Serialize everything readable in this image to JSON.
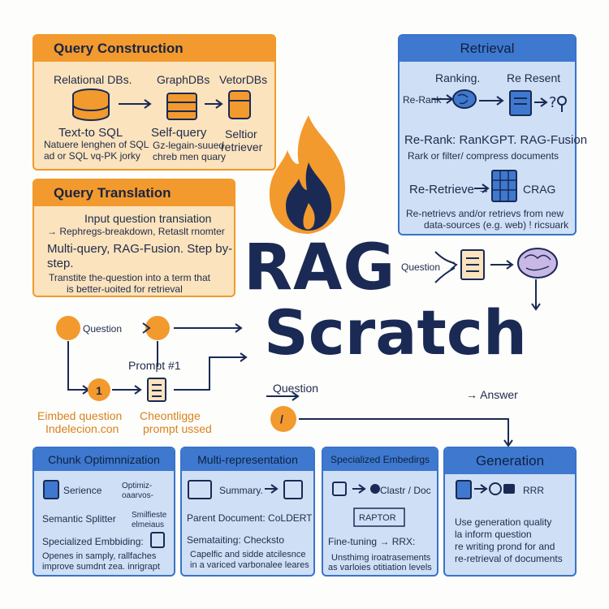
{
  "title": {
    "line1": "RAG",
    "line2": "Scratch"
  },
  "query_construction": {
    "heading": "Query Construction",
    "cols": [
      "Relational DBs.",
      "GraphDBs",
      "VetorDBs"
    ],
    "labels": [
      "Text-to SQL",
      "Self-query",
      "Seltior"
    ],
    "labels2": [
      "",
      "",
      "retriever"
    ],
    "notes": [
      "Natuere lenghen of SQL",
      "ad or SQL vq-PK jorky",
      "Gz-legain-suued",
      "chreb men quary"
    ]
  },
  "query_translation": {
    "heading": "Query Translation",
    "line1": "Input question transiation",
    "line2": "→ Rephregs-breakdown, Retaslt rnomter",
    "line3": "Multi-query, RAG-Fusion. Step by-",
    "line3b": "step.",
    "line4": "Transtite the-question into a term that",
    "line5": "is better-uoited for retrieval"
  },
  "retrieval": {
    "heading": "Retrieval",
    "ranking": "Ranking.",
    "reresent": "Re Resent",
    "rerank_label": "Re-Rank",
    "rerank_line": "Re-Rank: RanKGPT. RAG-Fusion",
    "rerank_sub": "Rark or filter/ compress documents",
    "reretrieve": "Re-Retrieve →",
    "crag": "CRAG",
    "note1": "Re-netrievs and/or retrievs from new",
    "note2": "data-sources (e.g. web) ! ricsuark"
  },
  "flow": {
    "question1": "Question",
    "prompt": "Prompt #1",
    "step1": "1",
    "embed1": "Eimbed question",
    "embed2": "Indelecion.con",
    "chent1": "Cheontligge",
    "chent2": "prompt ussed",
    "question2": "Question",
    "question3": "Question",
    "answer": "→ Answer",
    "slash": "/"
  },
  "chunk": {
    "heading": "Chunk Optimnnization",
    "item1": "Serience",
    "item1b": "Optimiz-",
    "item1c": "oaarvos-",
    "semantic": "Semantic Splitter",
    "semantic_b": "Smilfieste",
    "semantic_c": "elmeiaus",
    "special": "Specialized Embbiding:",
    "note1": "Openes in samply, rallfaches",
    "note2": "improve sumdnt zea. inrigrapt"
  },
  "multirep": {
    "heading": "Multi-representation",
    "summary": "Summary.",
    "parent": "Parent Document: CoLDERT",
    "sem": "Semataiting: Checksto",
    "note1": "Capelfic and sidde atcilesnce",
    "note2": "in a variced varbonalee leares"
  },
  "specemb": {
    "heading": "Specialized Embedirgs",
    "clastr": "Clastr / Doc",
    "raptor": "RAPTOR",
    "fine": "Fine-tuning → RRX:",
    "note1": "Unsthimg iroatrasements",
    "note2": "as varloies otitiation levels"
  },
  "generation": {
    "heading": "Generation",
    "rrr": "RRR",
    "l1": "Use generation quality",
    "l2": "la inform question",
    "l3": "re writing prond for and",
    "l4": "re-retrieval of documents"
  },
  "colors": {
    "orange": "#f29a2e",
    "blue": "#3e79cf",
    "navy": "#1a2a55"
  }
}
